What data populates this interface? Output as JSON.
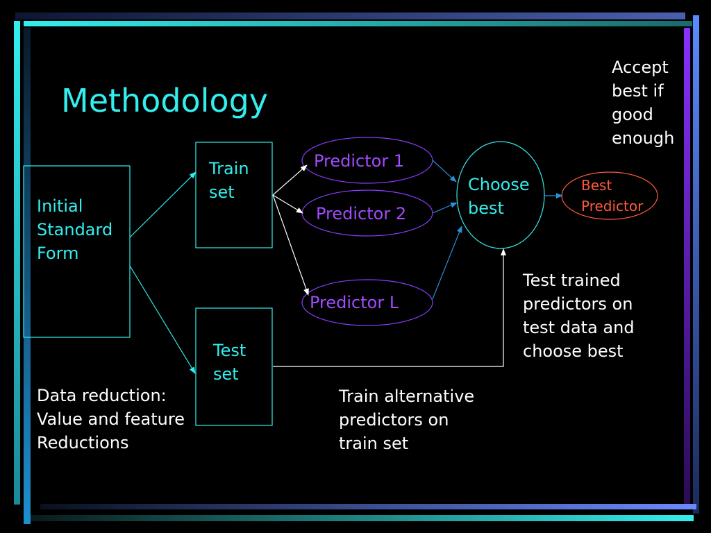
{
  "slide": {
    "title": "Methodology",
    "nodes": {
      "initial_form": "Initial\nStandard\nForm",
      "train_set": "Train\nset",
      "test_set": "Test\nset",
      "predictor_1": "Predictor 1",
      "predictor_2": "Predictor 2",
      "predictor_l": "Predictor L",
      "choose_best": "Choose\nbest",
      "best_predictor": "Best\nPredictor"
    },
    "notes": {
      "accept": "Accept\nbest if\ngood\nenough",
      "test_trained": "Test trained\npredictors on\ntest data and\nchoose best",
      "data_reduction": "Data reduction:\nValue and feature\nReductions",
      "train_alternative": "Train alternative\npredictors on\ntrain set"
    },
    "colors": {
      "background": "#000000",
      "cyan": "#33eeee",
      "purple": "#a24bff",
      "orange": "#ff5a3c",
      "blue_arrow": "#2a8fd8",
      "white": "#ffffff"
    }
  }
}
